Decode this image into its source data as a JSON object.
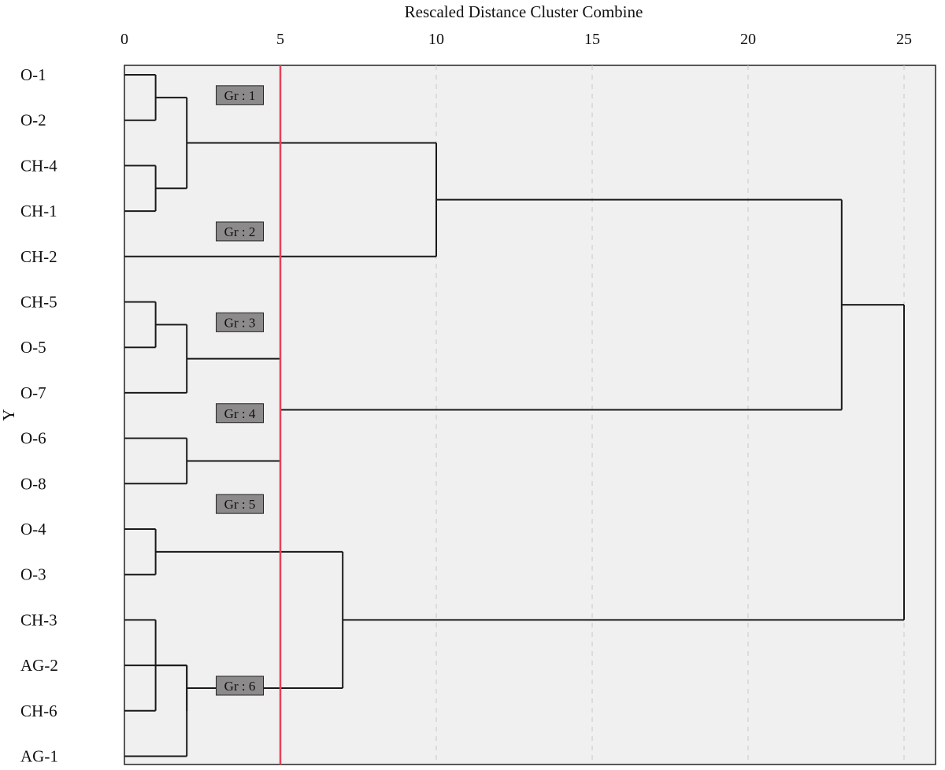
{
  "chart_data": {
    "type": "dendrogram",
    "title": "Rescaled Distance Cluster Combine",
    "ylabel": "Y",
    "xlim": [
      0,
      25
    ],
    "xticks": [
      0,
      5,
      10,
      15,
      20,
      25
    ],
    "xtick_labels": [
      "0",
      "5",
      "10",
      "15",
      "20",
      "25"
    ],
    "grid": true,
    "cut_line": {
      "x": 5,
      "color": "#e8405a"
    },
    "leaves": [
      "O-1",
      "O-2",
      "CH-4",
      "CH-1",
      "CH-2",
      "CH-5",
      "O-5",
      "O-7",
      "O-6",
      "O-8",
      "O-4",
      "O-3",
      "CH-3",
      "AG-2",
      "CH-6",
      "AG-1"
    ],
    "merges": [
      {
        "id": "m1",
        "children": [
          "L0",
          "L1"
        ],
        "distance": 1
      },
      {
        "id": "m2",
        "children": [
          "L2",
          "L3"
        ],
        "distance": 1
      },
      {
        "id": "m3",
        "children": [
          "m1",
          "m2"
        ],
        "distance": 2
      },
      {
        "id": "m4",
        "children": [
          "m3",
          "L4"
        ],
        "distance": 10
      },
      {
        "id": "m5",
        "children": [
          "L5",
          "L6"
        ],
        "distance": 1
      },
      {
        "id": "m6",
        "children": [
          "m5",
          "L7"
        ],
        "distance": 2
      },
      {
        "id": "m7",
        "children": [
          "L8",
          "L9"
        ],
        "distance": 2
      },
      {
        "id": "m8",
        "children": [
          "m6",
          "m7"
        ],
        "distance": 5
      },
      {
        "id": "m9",
        "children": [
          "m4",
          "m8"
        ],
        "distance": 23
      },
      {
        "id": "m10",
        "children": [
          "L10",
          "L11"
        ],
        "distance": 1
      },
      {
        "id": "m11",
        "children": [
          "L12",
          "L14"
        ],
        "distance": 1
      },
      {
        "id": "m12",
        "children": [
          "L13",
          "L15"
        ],
        "distance": 2
      },
      {
        "id": "m13",
        "children": [
          "m11",
          "m12"
        ],
        "distance": 2
      },
      {
        "id": "m14",
        "children": [
          "m10",
          "m13"
        ],
        "distance": 7
      },
      {
        "id": "m15",
        "children": [
          "m9",
          "m14"
        ],
        "distance": 25
      }
    ],
    "group_labels": [
      {
        "text": "Gr : 1",
        "leaf_position": 0.5
      },
      {
        "text": "Gr : 2",
        "leaf_position": 3.5
      },
      {
        "text": "Gr : 3",
        "leaf_position": 5.5
      },
      {
        "text": "Gr : 4",
        "leaf_position": 7.5
      },
      {
        "text": "Gr : 5",
        "leaf_position": 9.5
      },
      {
        "text": "Gr : 6",
        "leaf_position": 13.5
      }
    ],
    "colors": {
      "plot_background": "#f0f0f0",
      "grid": "#c8c8c8",
      "link": "#1a1a1a",
      "label_box": "#8c8a8a"
    }
  }
}
